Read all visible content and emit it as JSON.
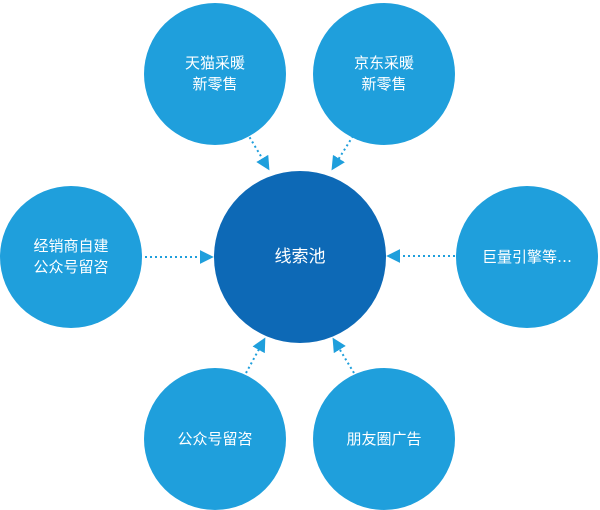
{
  "diagram": {
    "center": {
      "label": "线索池"
    },
    "sources": [
      {
        "id": "tmall",
        "lines": [
          "天猫采暖",
          "新零售"
        ]
      },
      {
        "id": "jd",
        "lines": [
          "京东采暖",
          "新零售"
        ]
      },
      {
        "id": "dealer",
        "lines": [
          "经销商自建",
          "公众号留咨"
        ]
      },
      {
        "id": "juliang",
        "lines": [
          "巨量引擎等…"
        ]
      },
      {
        "id": "official",
        "lines": [
          "公众号留咨"
        ]
      },
      {
        "id": "moments",
        "lines": [
          "朋友圈广告"
        ]
      }
    ],
    "colors": {
      "center": "#0d69b6",
      "source": "#1f9fdc",
      "arrow": "#1f9fdc",
      "text": "#ffffff"
    }
  }
}
